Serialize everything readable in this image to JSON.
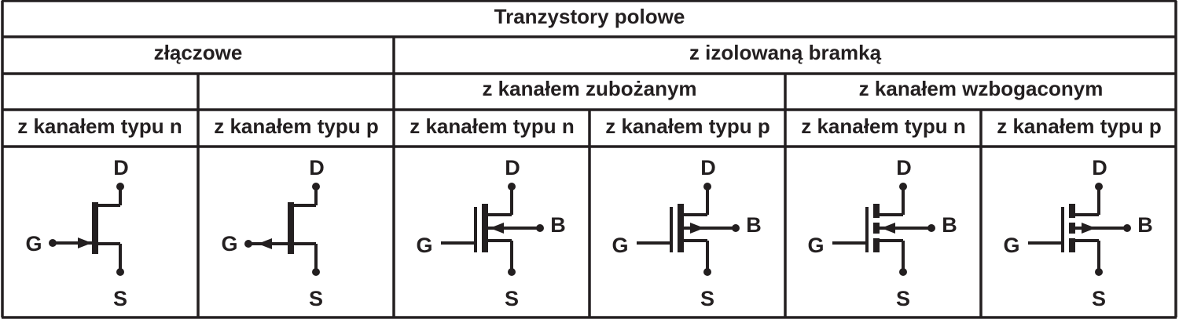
{
  "table": {
    "title": "Tranzystory polowe",
    "groups": [
      {
        "label": "złączowe"
      },
      {
        "label": "z izolowaną bramką"
      }
    ],
    "subgroups": [
      {
        "label": ""
      },
      {
        "label": ""
      },
      {
        "label": "z kanałem zubożanym"
      },
      {
        "label": "z kanałem wzbogaconym"
      }
    ],
    "columns": [
      {
        "label": "z kanałem typu n",
        "family": "JFET",
        "channel": "n",
        "mode": ""
      },
      {
        "label": "z kanałem typu p",
        "family": "JFET",
        "channel": "p",
        "mode": ""
      },
      {
        "label": "z kanałem typu n",
        "family": "MOSFET",
        "channel": "n",
        "mode": "depletion"
      },
      {
        "label": "z kanałem typu p",
        "family": "MOSFET",
        "channel": "p",
        "mode": "depletion"
      },
      {
        "label": "z kanałem typu n",
        "family": "MOSFET",
        "channel": "n",
        "mode": "enhancement"
      },
      {
        "label": "z kanałem typu p",
        "family": "MOSFET",
        "channel": "p",
        "mode": "enhancement"
      }
    ]
  },
  "pins": {
    "drain": "D",
    "source": "S",
    "gate": "G",
    "bulk": "B"
  },
  "colors": {
    "ink": "#231f20",
    "background": "#ffffff"
  }
}
